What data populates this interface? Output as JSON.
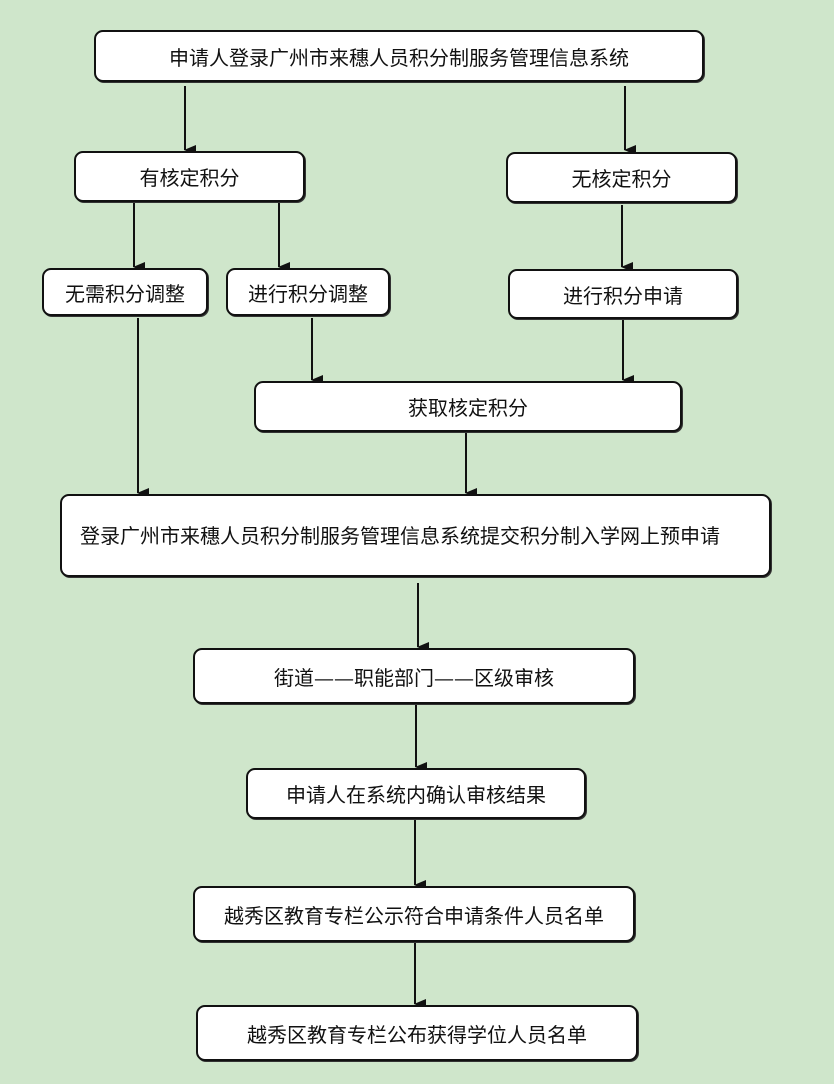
{
  "diagram": {
    "type": "flowchart",
    "nodes": [
      {
        "id": "login",
        "label": "申请人登录广州市来穗人员积分制服务管理信息系统"
      },
      {
        "id": "has_points",
        "label": "有核定积分"
      },
      {
        "id": "no_points",
        "label": "无核定积分"
      },
      {
        "id": "no_adjust",
        "label": "无需积分调整"
      },
      {
        "id": "adjust",
        "label": "进行积分调整"
      },
      {
        "id": "apply_points",
        "label": "进行积分申请"
      },
      {
        "id": "get_points",
        "label": "获取核定积分"
      },
      {
        "id": "submit",
        "label": "登录广州市来穗人员积分制服务管理信息系统提交积分制入学网上预申请"
      },
      {
        "id": "review",
        "label": "街道——职能部门——区级审核"
      },
      {
        "id": "confirm",
        "label": "申请人在系统内确认审核结果"
      },
      {
        "id": "publicize",
        "label": "越秀区教育专栏公示符合申请条件人员名单"
      },
      {
        "id": "publish",
        "label": "越秀区教育专栏公布获得学位人员名单"
      }
    ],
    "edges": [
      {
        "from": "login",
        "to": "has_points"
      },
      {
        "from": "login",
        "to": "no_points"
      },
      {
        "from": "has_points",
        "to": "no_adjust"
      },
      {
        "from": "has_points",
        "to": "adjust"
      },
      {
        "from": "no_points",
        "to": "apply_points"
      },
      {
        "from": "adjust",
        "to": "get_points"
      },
      {
        "from": "apply_points",
        "to": "get_points"
      },
      {
        "from": "no_adjust",
        "to": "submit"
      },
      {
        "from": "get_points",
        "to": "submit"
      },
      {
        "from": "submit",
        "to": "review"
      },
      {
        "from": "review",
        "to": "confirm"
      },
      {
        "from": "confirm",
        "to": "publicize"
      },
      {
        "from": "publicize",
        "to": "publish"
      }
    ]
  },
  "colors": {
    "background": "#cfe6cb",
    "box_fill": "#ffffff",
    "stroke": "#111111"
  }
}
